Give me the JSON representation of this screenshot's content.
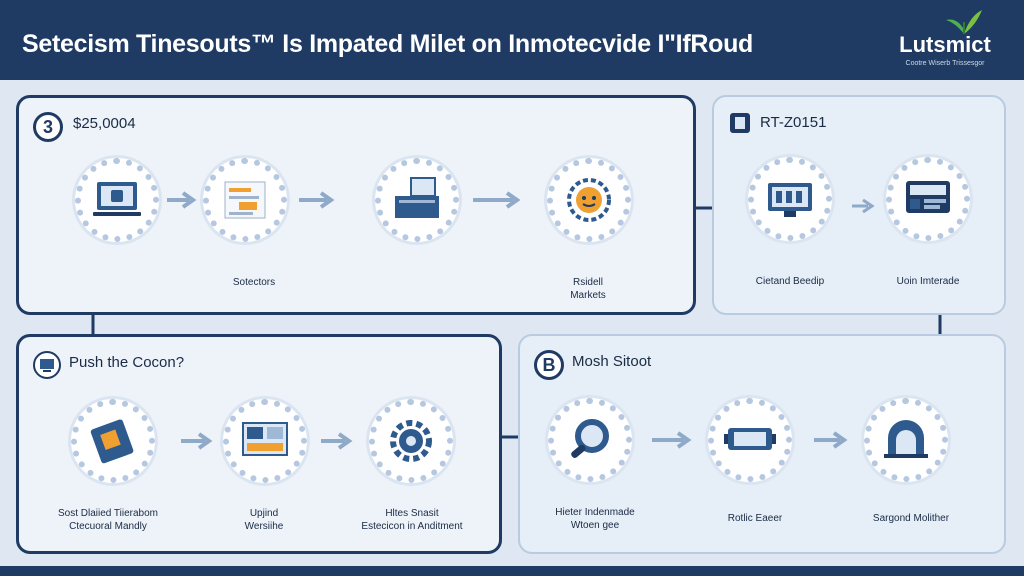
{
  "header": {
    "title": "Setecism Tinesouts™ Is Impated Milet on Inmotecvide I\"IfRoud",
    "logo_name": "Lutsmict",
    "logo_tagline": "Cootre Wiserb Trissesgor"
  },
  "panels": [
    {
      "badge": "3",
      "title": "$25,0004",
      "labels": [
        {
          "lines": [
            "Sotectors"
          ]
        },
        {
          "lines": [
            "Rsidell",
            "Markets"
          ]
        }
      ]
    },
    {
      "title": "RT-Z0151",
      "labels": [
        {
          "lines": [
            "Cietand Beedip"
          ]
        },
        {
          "lines": [
            "Uoin Imterade"
          ]
        }
      ]
    },
    {
      "title": "Push the Cocon?",
      "labels": [
        {
          "lines": [
            "Sost Dlaiied Tiierabom",
            "Ctecuoral Mandly"
          ]
        },
        {
          "lines": [
            "Upjind",
            "Wersiihe"
          ]
        },
        {
          "lines": [
            "Hltes Snasit",
            "Estecicon in Anditment"
          ]
        }
      ]
    },
    {
      "badge": "B",
      "title": "Mosh Sitoot",
      "labels": [
        {
          "lines": [
            "Hieter Indenmade",
            "Wtoen gee"
          ]
        },
        {
          "lines": [
            "Rotlic Eaeer"
          ]
        },
        {
          "lines": [
            "Sargond Molither"
          ]
        }
      ]
    }
  ],
  "colors": {
    "navy": "#1f3a63",
    "panel_bg": "#eef3f9",
    "accent_orange": "#f0a030",
    "icon_blue": "#2e5a8e"
  }
}
